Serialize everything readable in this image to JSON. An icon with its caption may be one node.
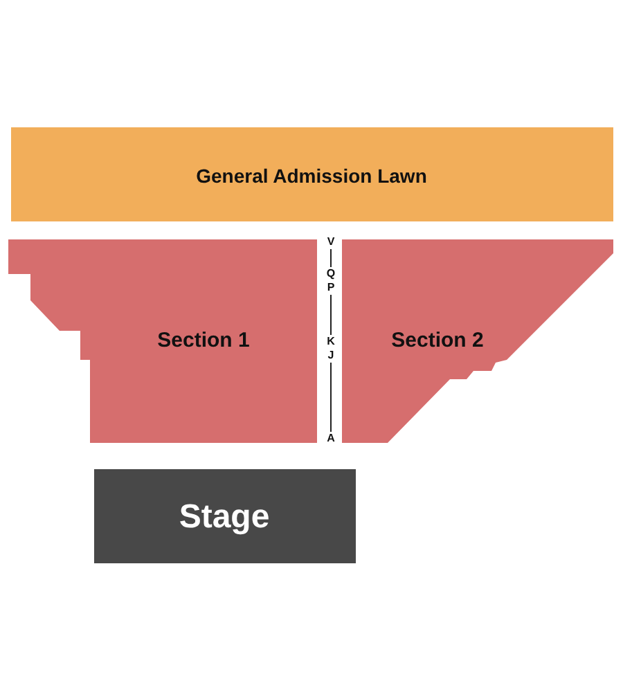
{
  "diagram": {
    "nodes": [
      {
        "text": [
          "General Admission Lawn"
        ]
      },
      {
        "text": [
          "Section 1"
        ]
      },
      {
        "text": [
          "Section 2"
        ]
      },
      {
        "text": [
          "Stage"
        ]
      }
    ],
    "labels": [
      "V",
      "Q",
      "P",
      "K",
      "J",
      "A"
    ]
  }
}
